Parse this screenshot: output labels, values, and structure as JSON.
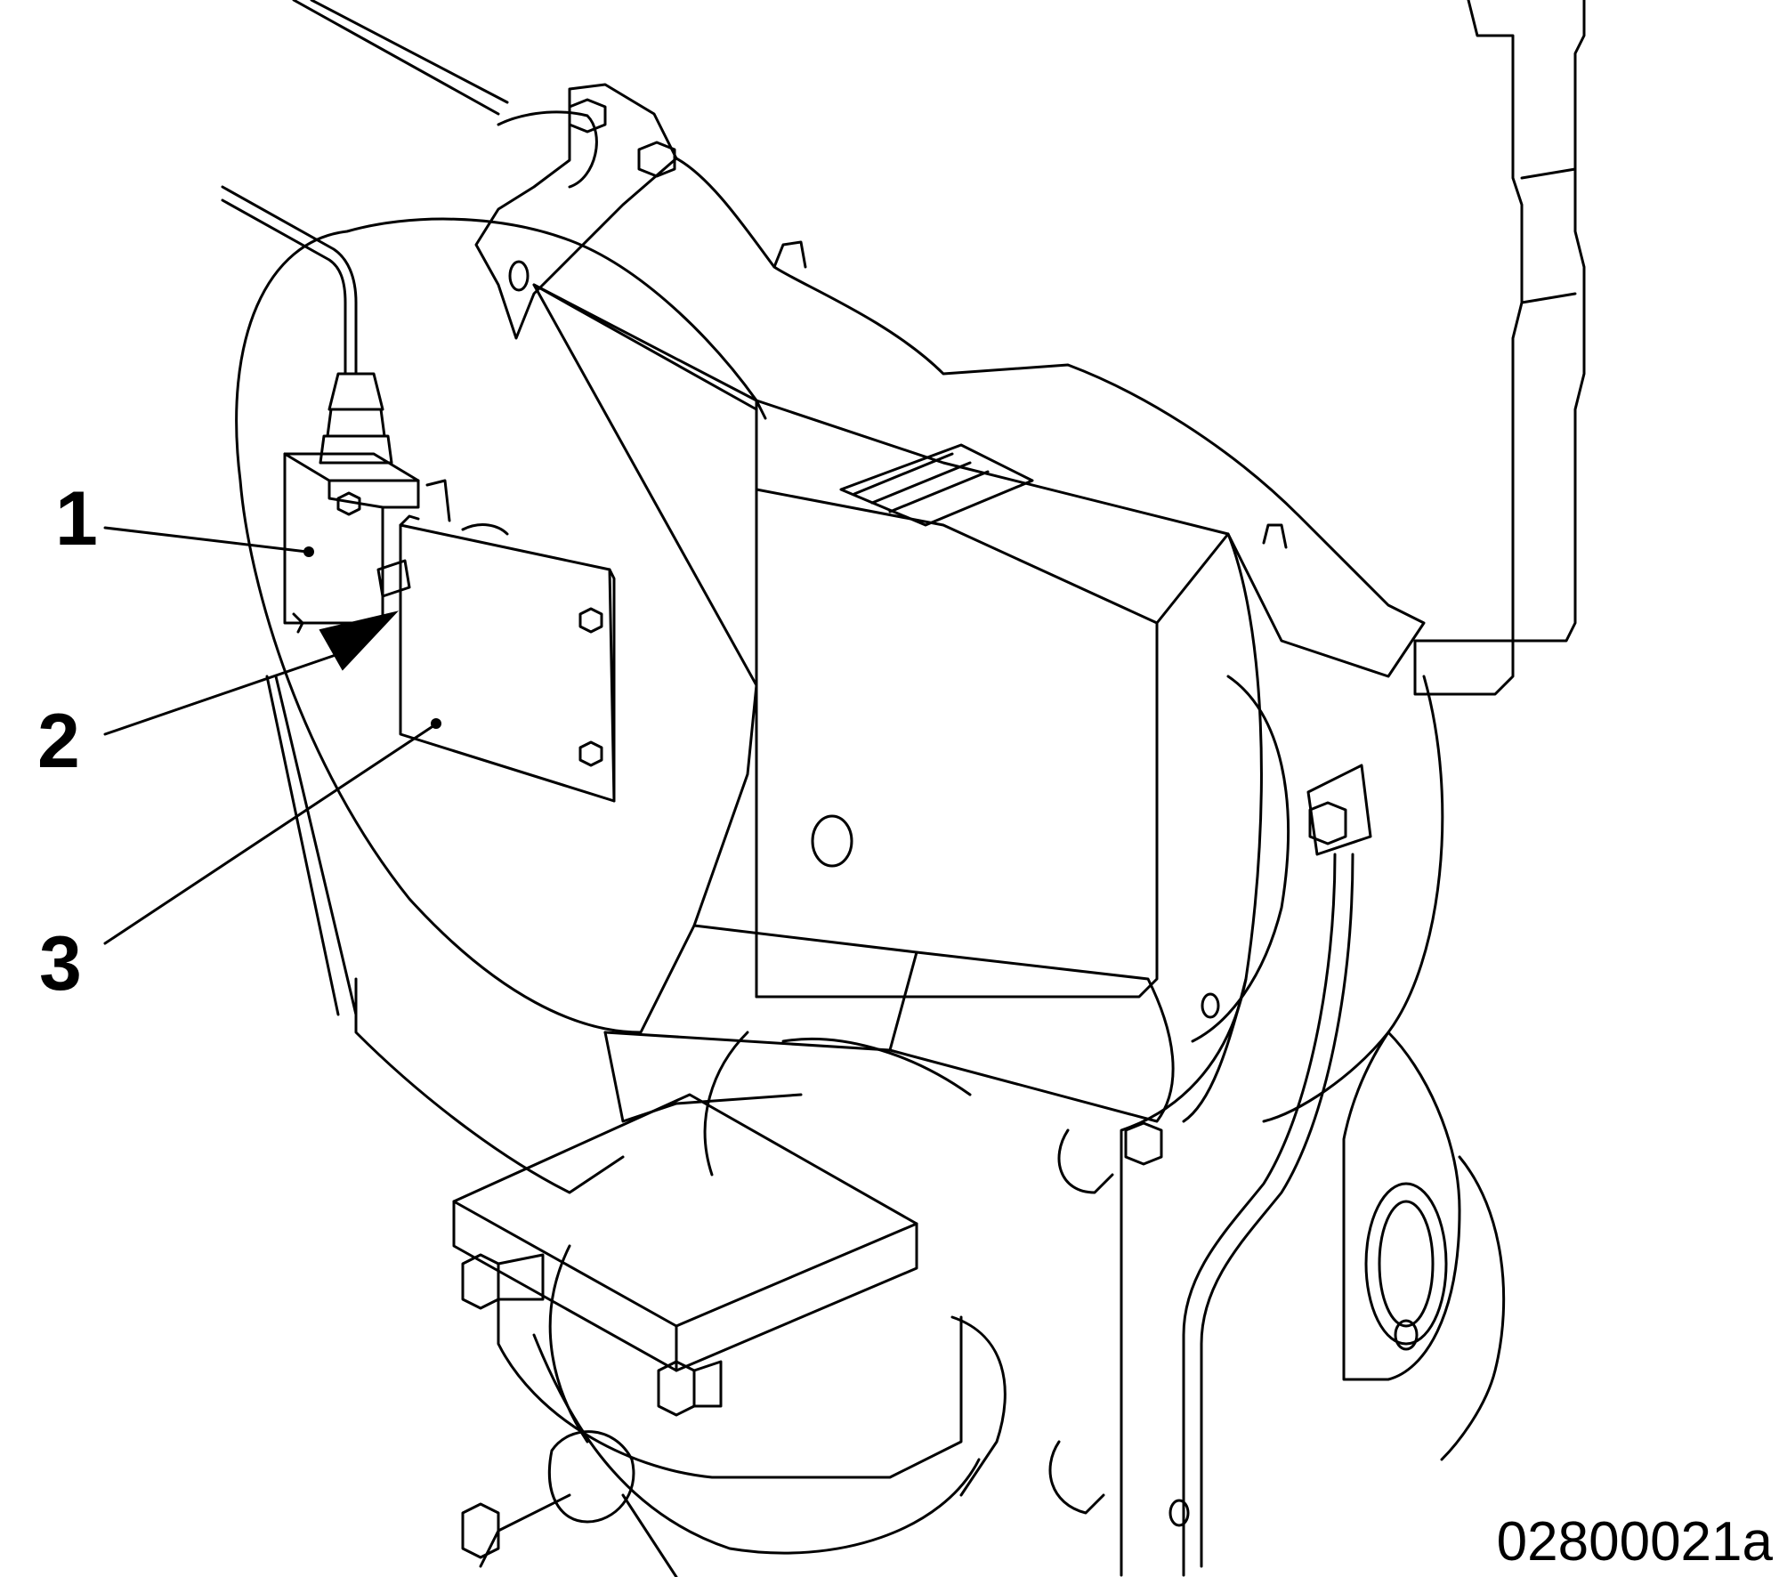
{
  "figure": {
    "id": "02800021a",
    "callouts": [
      {
        "number": "1"
      },
      {
        "number": "2"
      },
      {
        "number": "3"
      }
    ],
    "line_color": "#000000",
    "background": "#ffffff"
  }
}
